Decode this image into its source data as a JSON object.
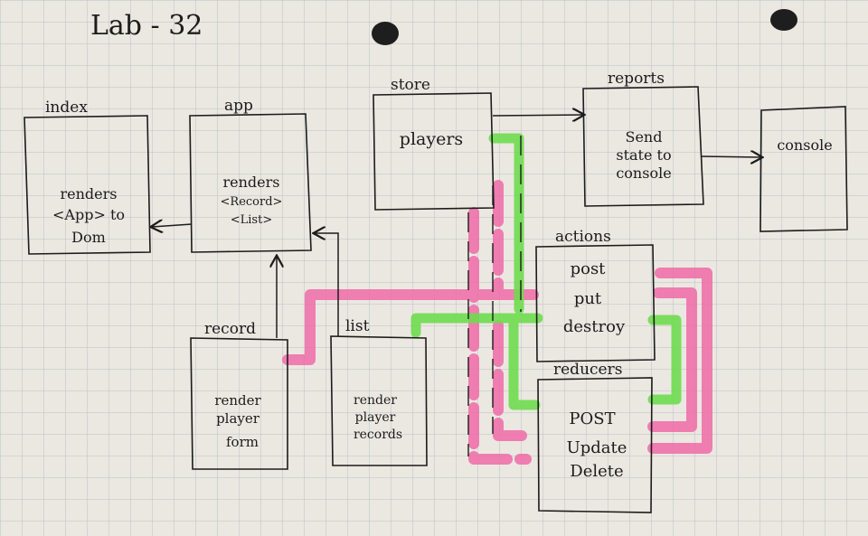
{
  "title": "Lab - 32",
  "colors": {
    "ink": "#1c1c1c",
    "paper": "#ebe8e1",
    "grid": "#b9c0c7",
    "pink": "#f06ba8",
    "green": "#6fdc4f"
  },
  "boxes": {
    "index": {
      "label": "index",
      "lines": [
        "renders",
        "<App> to",
        "Dom"
      ]
    },
    "app": {
      "label": "app",
      "lines": [
        "renders",
        "<Record>",
        "<List>"
      ]
    },
    "store": {
      "label": "store",
      "lines": [
        "players"
      ]
    },
    "reports": {
      "label": "reports",
      "lines": [
        "Send",
        "state to",
        "console"
      ]
    },
    "console": {
      "label": "",
      "lines": [
        "console"
      ]
    },
    "actions": {
      "label": "actions",
      "lines": [
        "post",
        "put",
        "destroy"
      ]
    },
    "reducers": {
      "label": "reducers",
      "lines": [
        "POST",
        "Update",
        "Delete"
      ]
    },
    "record": {
      "label": "record",
      "lines": [
        "render",
        "player",
        "form"
      ]
    },
    "list": {
      "label": "list",
      "lines": [
        "render",
        "player",
        "records"
      ]
    }
  }
}
